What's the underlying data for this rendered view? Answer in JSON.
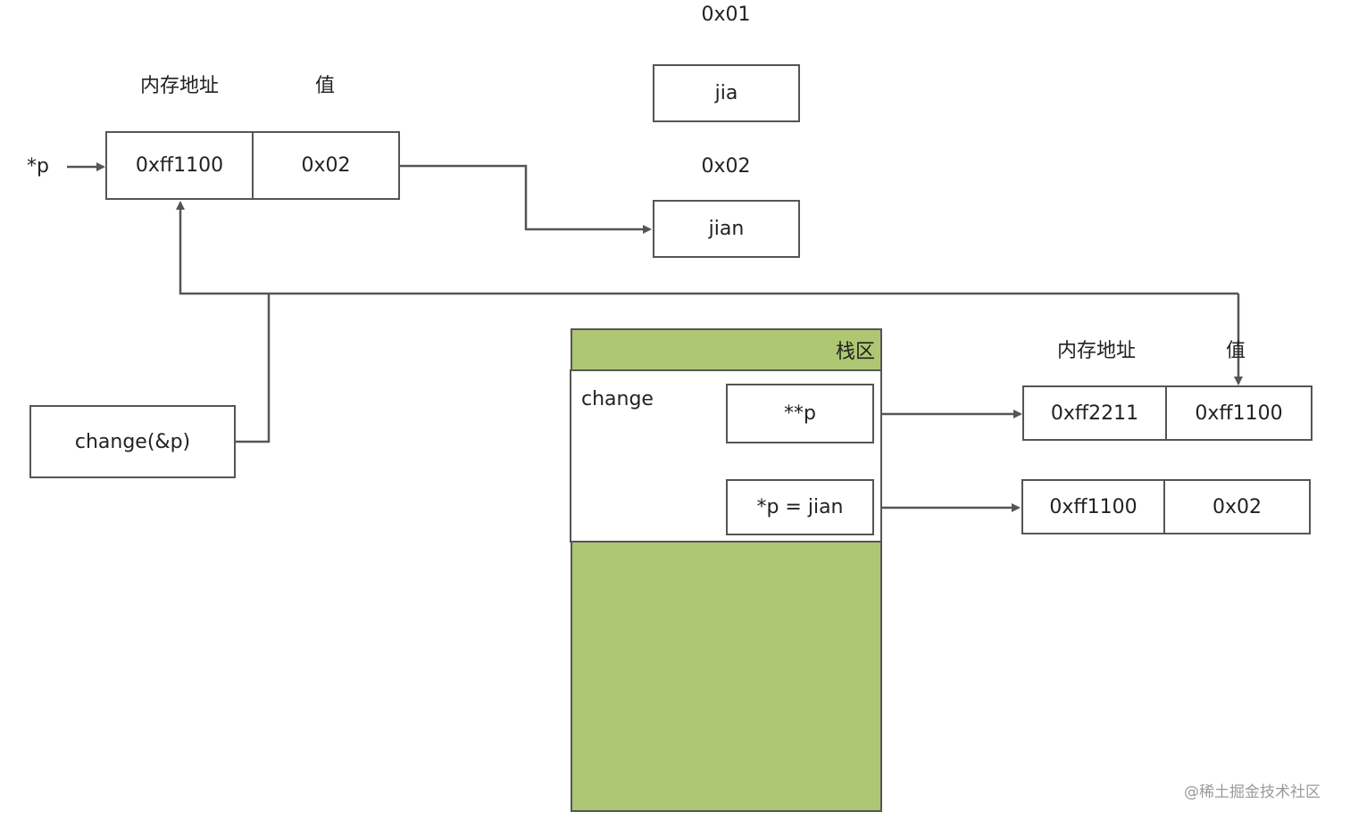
{
  "top": {
    "addr_label_1": "0x01",
    "cell_1": "jia",
    "addr_label_2": "0x02",
    "cell_2": "jian"
  },
  "pointer": {
    "var_label": "*p",
    "header_addr": "内存地址",
    "header_val": "值",
    "addr": "0xff1100",
    "val": "0x02"
  },
  "call": {
    "label": "change(&p)"
  },
  "stack": {
    "title": "栈区",
    "frame_label": "change",
    "slot_1": "**p",
    "slot_2": "*p = jian",
    "fill_color": "#aec772"
  },
  "right_table": {
    "header_addr": "内存地址",
    "header_val": "值",
    "row1_addr": "0xff2211",
    "row1_val": "0xff1100",
    "row2_addr": "0xff1100",
    "row2_val": "0x02"
  },
  "watermark": "@稀土掘金技术社区"
}
